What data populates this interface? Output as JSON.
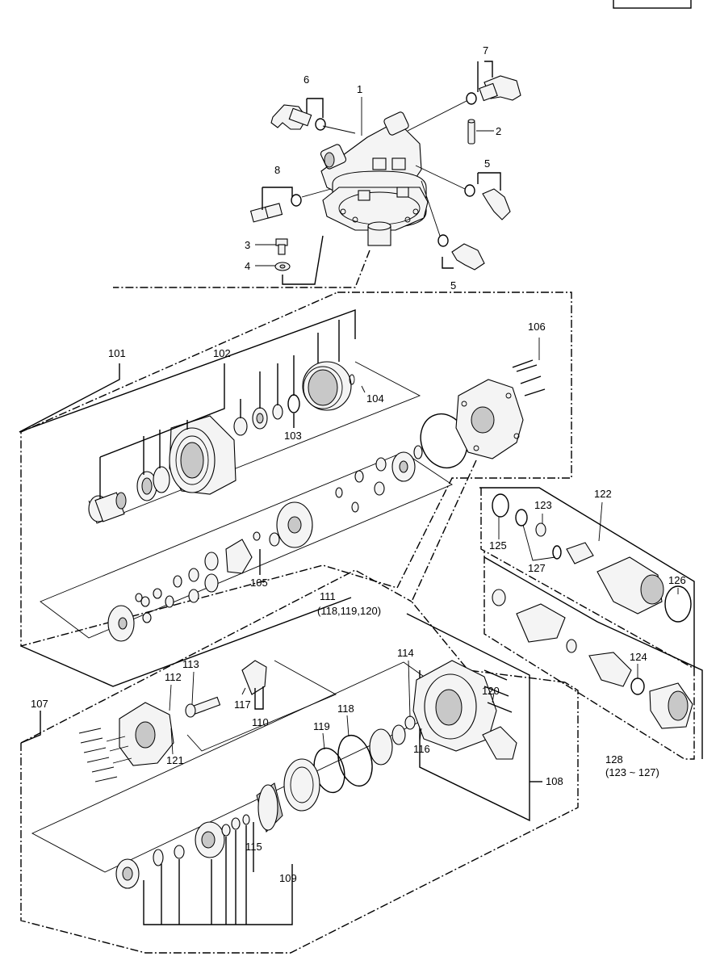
{
  "callouts": [
    {
      "id": "c1",
      "text": "1"
    },
    {
      "id": "c2",
      "text": "2"
    },
    {
      "id": "c3",
      "text": "3"
    },
    {
      "id": "c4",
      "text": "4"
    },
    {
      "id": "c5a",
      "text": "5"
    },
    {
      "id": "c5b",
      "text": "5"
    },
    {
      "id": "c6",
      "text": "6"
    },
    {
      "id": "c7",
      "text": "7"
    },
    {
      "id": "c8",
      "text": "8"
    },
    {
      "id": "c101",
      "text": "101"
    },
    {
      "id": "c102",
      "text": "102"
    },
    {
      "id": "c103",
      "text": "103"
    },
    {
      "id": "c104",
      "text": "104"
    },
    {
      "id": "c105",
      "text": "105"
    },
    {
      "id": "c106",
      "text": "106"
    },
    {
      "id": "c107",
      "text": "107"
    },
    {
      "id": "c108",
      "text": "108"
    },
    {
      "id": "c109",
      "text": "109"
    },
    {
      "id": "c110",
      "text": "110"
    },
    {
      "id": "c111",
      "text": "111"
    },
    {
      "id": "c111sub",
      "text": "(118,119,120)"
    },
    {
      "id": "c112",
      "text": "112"
    },
    {
      "id": "c113",
      "text": "113"
    },
    {
      "id": "c114",
      "text": "114"
    },
    {
      "id": "c115",
      "text": "115"
    },
    {
      "id": "c116",
      "text": "116"
    },
    {
      "id": "c117",
      "text": "117"
    },
    {
      "id": "c118",
      "text": "118"
    },
    {
      "id": "c119",
      "text": "119"
    },
    {
      "id": "c120",
      "text": "120"
    },
    {
      "id": "c121",
      "text": "121"
    },
    {
      "id": "c122",
      "text": "122"
    },
    {
      "id": "c123",
      "text": "123"
    },
    {
      "id": "c124",
      "text": "124"
    },
    {
      "id": "c125",
      "text": "125"
    },
    {
      "id": "c126",
      "text": "126"
    },
    {
      "id": "c127",
      "text": "127"
    },
    {
      "id": "c128",
      "text": "128"
    },
    {
      "id": "c128sub",
      "text": "(123 ~ 127)"
    }
  ]
}
